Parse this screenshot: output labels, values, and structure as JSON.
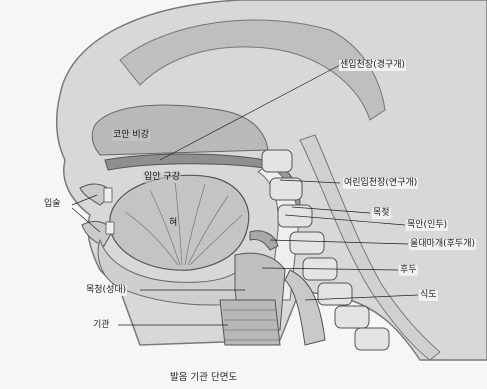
{
  "labels": {
    "hard_palate": "센입천장(경구개)",
    "nasal_cavity": "코안 비강",
    "oral_cavity": "입안 구강",
    "soft_palate": "여린입천장(연구개)",
    "lips": "입술",
    "tongue": "혀",
    "back_of_tongue": "목젖",
    "pharynx": "목안(인두)",
    "epiglottis": "울대마개(후두개)",
    "larynx": "후두",
    "vocal_cords": "목청(성대)",
    "esophagus": "식도",
    "trachea": "기관"
  },
  "caption": "발음 기관 단면도"
}
